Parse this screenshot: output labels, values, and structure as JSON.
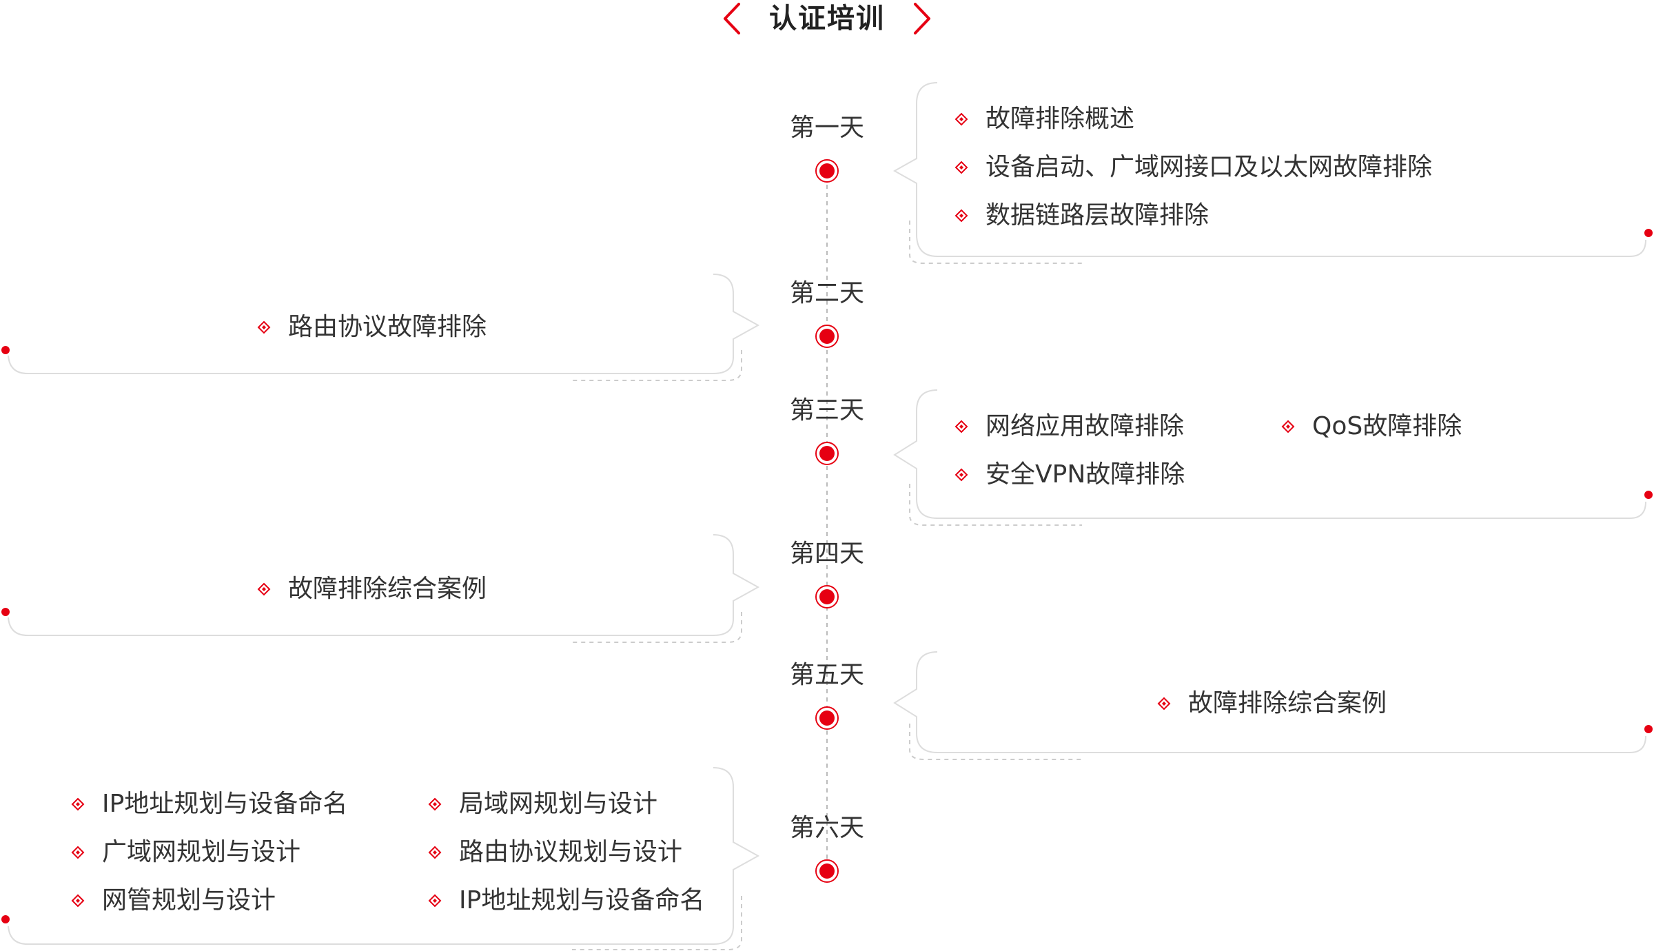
{
  "title": "认证培训",
  "colors": {
    "accent": "#e60012",
    "text": "#333333",
    "line": "#bbbbbb",
    "card_border": "#dddddd"
  },
  "icons": {
    "title_left": "chevron-left-icon",
    "title_right": "chevron-right-icon",
    "node": "timeline-node-icon",
    "bullet": "diamond-bullet-icon"
  },
  "days": [
    {
      "label": "第一天",
      "side": "right",
      "items": [
        "故障排除概述",
        "设备启动、广域网接口及以太网故障排除",
        "数据链路层故障排除"
      ]
    },
    {
      "label": "第二天",
      "side": "left",
      "items": [
        "路由协议故障排除"
      ]
    },
    {
      "label": "第三天",
      "side": "right",
      "items": [
        "网络应用故障排除",
        "QoS故障排除",
        "安全VPN故障排除"
      ]
    },
    {
      "label": "第四天",
      "side": "left",
      "items": [
        "故障排除综合案例"
      ]
    },
    {
      "label": "第五天",
      "side": "right",
      "items": [
        "故障排除综合案例"
      ]
    },
    {
      "label": "第六天",
      "side": "left",
      "items": [
        "IP地址规划与设备命名",
        "局域网规划与设计",
        "广域网规划与设计",
        "路由协议规划与设计",
        "网管规划与设计",
        "IP地址规划与设备命名"
      ]
    }
  ]
}
